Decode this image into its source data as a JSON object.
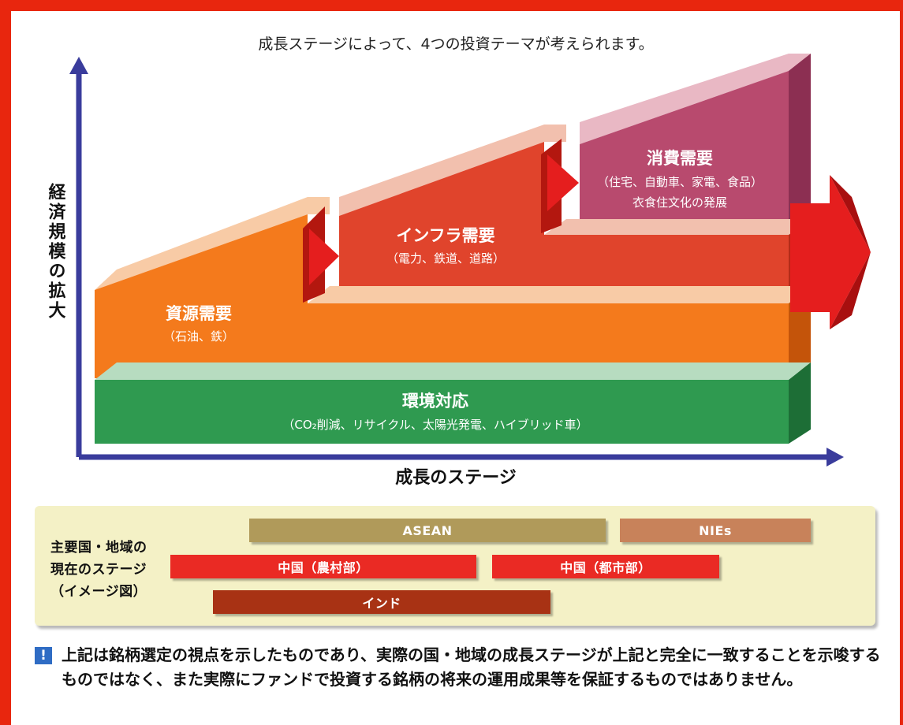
{
  "diagram": {
    "caption": "成長ステージによって、4つの投資テーマが考えられます。",
    "y_axis_label": "経済規模の拡大",
    "x_axis_label": "成長のステージ",
    "blocks": {
      "green": {
        "title": "環境対応",
        "detail": "（CO₂削減、リサイクル、太陽光発電、ハイブリッド車）"
      },
      "orange": {
        "title": "資源需要",
        "detail": "（石油、鉄）"
      },
      "infra": {
        "title": "インフラ需要",
        "detail": "（電力、鉄道、道路）"
      },
      "consumer": {
        "title": "消費需要",
        "detail": "（住宅、自動車、家電、食品）",
        "detail2": "衣食住文化の発展"
      }
    },
    "colors": {
      "green": "#2f9a50",
      "orange": "#f47a1c",
      "infra": "#e0442c",
      "consumer": "#b84a6e",
      "axis": "#3a3c9c",
      "arrow": "#e51e1e"
    }
  },
  "stage_panel": {
    "label_lines": [
      "主要国・地域の",
      "現在のステージ",
      "（イメージ図）"
    ],
    "bars": {
      "asean": "ASEAN",
      "nies": "NIEs",
      "china_rural": "中国（農村部）",
      "china_urban": "中国（都市部）",
      "india": "インド"
    },
    "colors": {
      "asean": "#b09a5a",
      "nies": "#c8825a",
      "china": "#ea2a24",
      "india": "#a83214"
    }
  },
  "notice": {
    "icon": "exclamation-icon",
    "text": "上記は銘柄選定の視点を示したものであり、実際の国・地域の成長ステージが上記と完全に一致することを示唆するものではなく、また実際にファンドで投資する銘柄の将来の運用成果等を保証するものではありません。"
  }
}
